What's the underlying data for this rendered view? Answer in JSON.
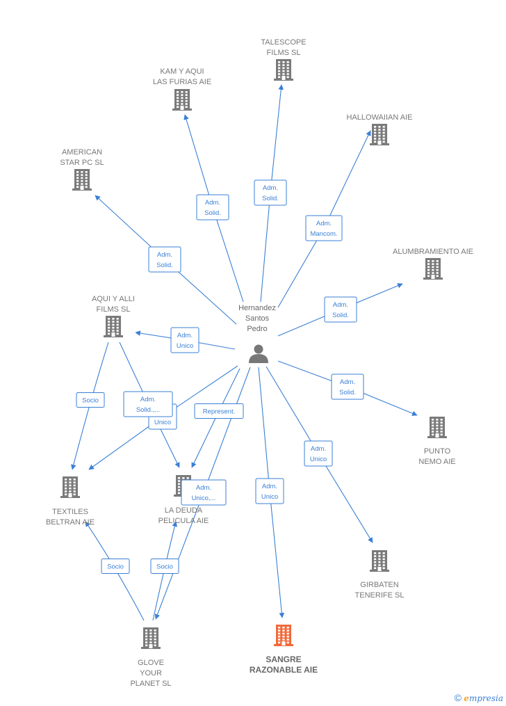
{
  "colors": {
    "edge": "#3a7fd5",
    "building": "#7a7a7a",
    "highlight": "#f26a3a",
    "person": "#777777"
  },
  "person": {
    "lines": [
      "Hernandez",
      "Santos",
      "Pedro"
    ]
  },
  "companies": [
    {
      "id": "talescope",
      "lines": [
        "TALESCOPE",
        "FILMS  SL"
      ]
    },
    {
      "id": "kam",
      "lines": [
        "KAM Y AQUI",
        "LAS FURIAS AIE"
      ]
    },
    {
      "id": "hallowaiian",
      "lines": [
        "HALLOWAIIAN AIE"
      ]
    },
    {
      "id": "american",
      "lines": [
        "AMERICAN",
        "STAR PC  SL"
      ]
    },
    {
      "id": "alumbramiento",
      "lines": [
        "ALUMBRAMIENTO AIE"
      ]
    },
    {
      "id": "aquiyalli",
      "lines": [
        "AQUI Y ALLI",
        "FILMS SL"
      ]
    },
    {
      "id": "punto",
      "lines": [
        "PUNTO",
        "NEMO AIE"
      ]
    },
    {
      "id": "textiles",
      "lines": [
        "TEXTILES",
        "BELTRAN AIE"
      ]
    },
    {
      "id": "deuda",
      "lines": [
        "LA DEUDA",
        "PELICULA AIE"
      ]
    },
    {
      "id": "girbaten",
      "lines": [
        "GIRBATEN",
        "TENERIFE SL"
      ]
    },
    {
      "id": "glove",
      "lines": [
        "GLOVE",
        "YOUR",
        "PLANET SL"
      ]
    },
    {
      "id": "sangre",
      "lines": [
        "SANGRE",
        "RAZONABLE AIE"
      ],
      "highlight": true
    }
  ],
  "relations": [
    {
      "from": "person",
      "to": "talescope",
      "lines": [
        "Adm.",
        "Solid."
      ]
    },
    {
      "from": "person",
      "to": "kam",
      "lines": [
        "Adm.",
        "Solid."
      ]
    },
    {
      "from": "person",
      "to": "hallowaiian",
      "lines": [
        "Adm.",
        "Mancom."
      ]
    },
    {
      "from": "person",
      "to": "american",
      "lines": [
        "Adm.",
        "Solid."
      ]
    },
    {
      "from": "person",
      "to": "alumbramiento",
      "lines": [
        "Adm.",
        "Solid."
      ]
    },
    {
      "from": "person",
      "to": "aquiyalli",
      "lines": [
        "Adm.",
        "Unico"
      ]
    },
    {
      "from": "person",
      "to": "punto",
      "lines": [
        "Adm.",
        "Solid."
      ]
    },
    {
      "from": "person",
      "to": "textiles",
      "lines": [
        "Adm.",
        "Unico"
      ]
    },
    {
      "from": "person",
      "to": "deuda",
      "lines": [
        "Represent."
      ]
    },
    {
      "from": "person",
      "to": "girbaten",
      "lines": [
        "Adm.",
        "Unico"
      ]
    },
    {
      "from": "person",
      "to": "sangre",
      "lines": [
        "Adm.",
        "Unico"
      ]
    },
    {
      "from": "person",
      "to": "glove",
      "lines": [
        "Adm.",
        "Unico,..."
      ]
    },
    {
      "from": "aquiyalli",
      "to": "textiles",
      "lines": [
        "Socio"
      ]
    },
    {
      "from": "aquiyalli",
      "to": "deuda",
      "lines": [
        "Adm.",
        "Solid.,..."
      ]
    },
    {
      "from": "glove",
      "to": "textiles",
      "lines": [
        "Socio"
      ]
    },
    {
      "from": "glove",
      "to": "deuda",
      "lines": [
        "Socio"
      ]
    }
  ],
  "footer": {
    "copyright": "©",
    "brand_e": "e",
    "brand_rest": "mpresia"
  }
}
